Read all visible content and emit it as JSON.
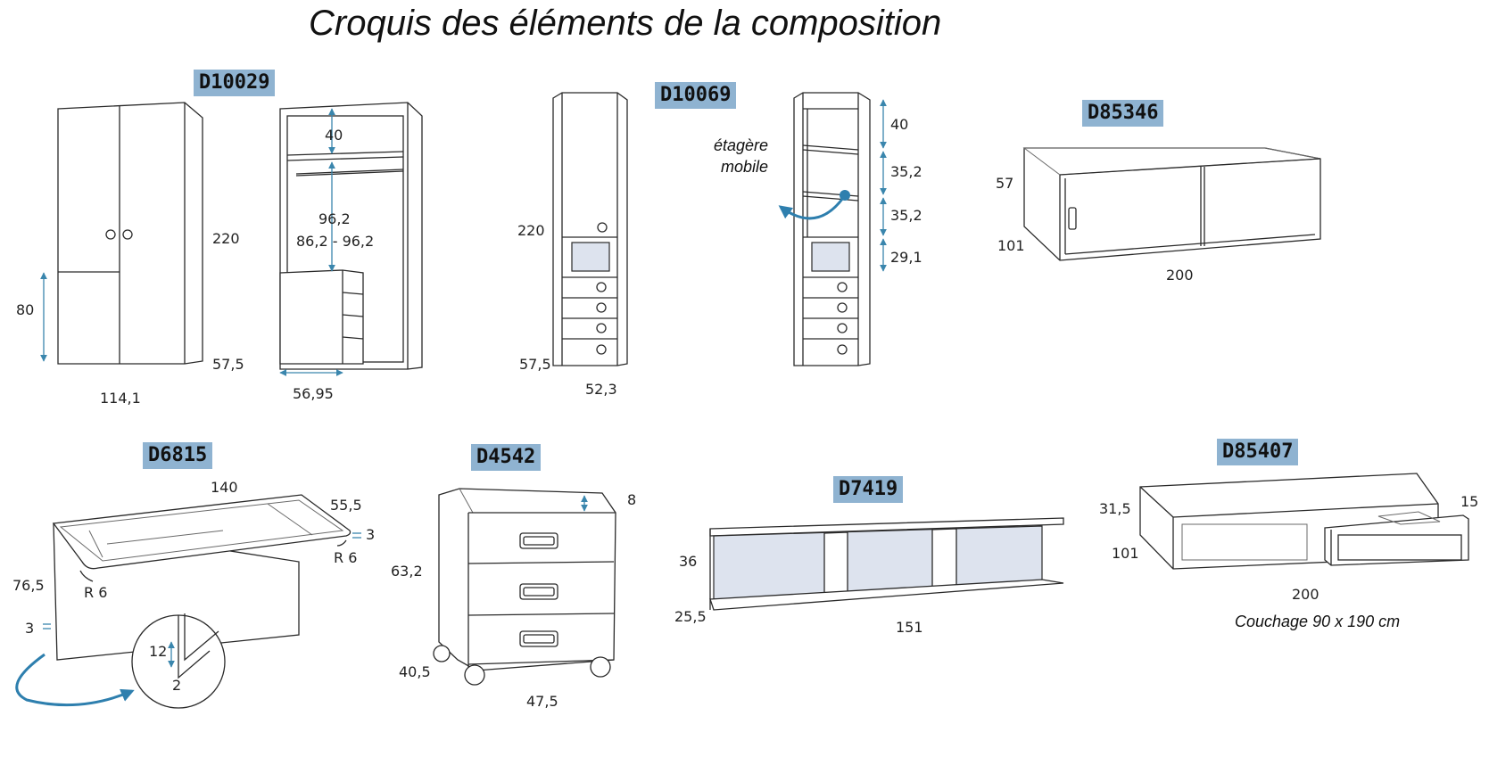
{
  "title": "Croquis des éléments de la composition",
  "codes": {
    "d10029": "D10029",
    "d10069": "D10069",
    "d85346": "D85346",
    "d6815": "D6815",
    "d4542": "D4542",
    "d7419": "D7419",
    "d85407": "D85407"
  },
  "wardrobe": {
    "h": "220",
    "d": "57,5",
    "w": "114,1",
    "door": "80",
    "top": "40",
    "rail": "96,2",
    "mid": "86,2 - 96,2",
    "drawer_w": "56,95"
  },
  "column": {
    "h": "220",
    "d": "57,5",
    "w": "52,3"
  },
  "shelf_col": {
    "note1": "étagère",
    "note2": "mobile",
    "s1": "40",
    "s2": "35,2",
    "s3": "35,2",
    "s4": "29,1"
  },
  "chest": {
    "h": "57",
    "d": "101",
    "w": "200"
  },
  "desk": {
    "w": "140",
    "d": "55,5",
    "t": "3",
    "r1": "R 6",
    "r2": "R 6",
    "h": "76,5",
    "side": "3",
    "c1": "12",
    "c2": "2"
  },
  "cart": {
    "top": "8",
    "h": "63,2",
    "d": "40,5",
    "w": "47,5"
  },
  "shelf": {
    "h": "36",
    "d": "25,5",
    "w": "151"
  },
  "bed": {
    "h": "31,5",
    "d": "101",
    "w": "200",
    "drawer": "15",
    "caption": "Couchage 90 x 190 cm"
  }
}
